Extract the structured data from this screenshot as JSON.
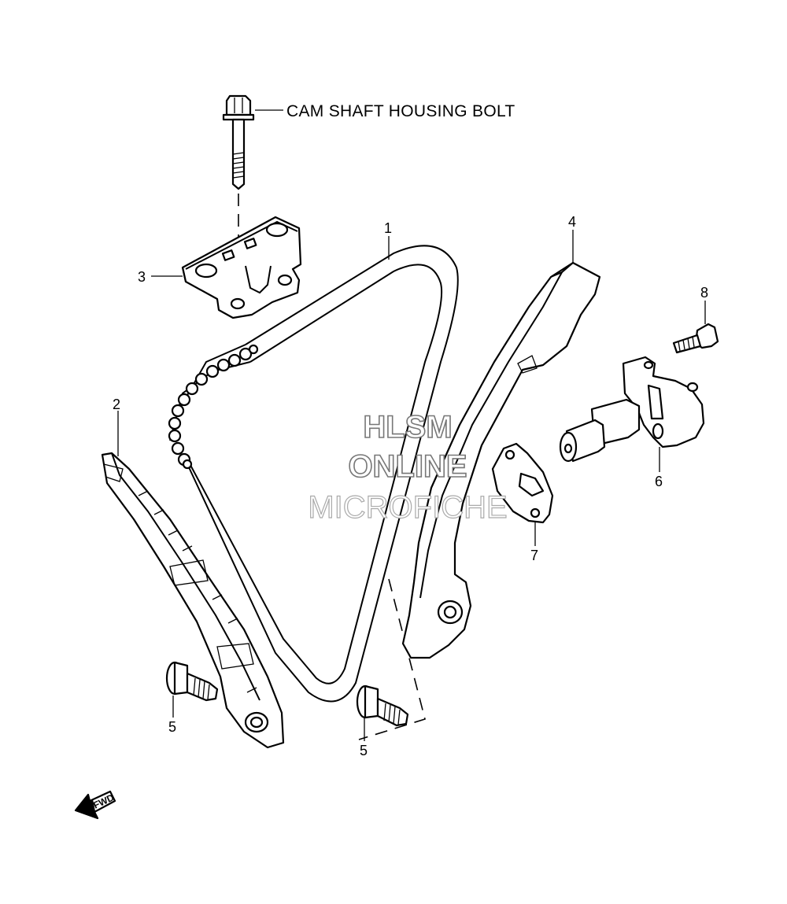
{
  "labels": {
    "bolt_label": "CAM SHAFT HOUSING BOLT",
    "callouts": [
      "1",
      "2",
      "3",
      "4",
      "5",
      "5",
      "6",
      "7",
      "8"
    ],
    "fwd": "FWD"
  },
  "watermark": {
    "line1": "HLSM",
    "line2": "ONLINE",
    "line3": "MICROFICHE"
  },
  "parts": [
    {
      "ref": "1",
      "name": "cam-chain"
    },
    {
      "ref": "2",
      "name": "chain-guide-no1"
    },
    {
      "ref": "3",
      "name": "cam-shaft-housing-guide"
    },
    {
      "ref": "4",
      "name": "tensioner-guide"
    },
    {
      "ref": "5",
      "name": "guide-bolt"
    },
    {
      "ref": "6",
      "name": "chain-tensioner-assy"
    },
    {
      "ref": "7",
      "name": "tensioner-gasket"
    },
    {
      "ref": "8",
      "name": "tensioner-bolt"
    }
  ]
}
